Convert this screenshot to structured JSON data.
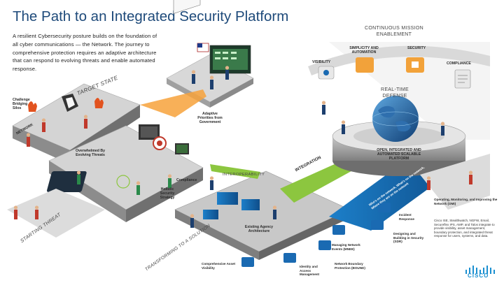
{
  "title": "The Path to an Integrated Security Platform",
  "intro": "A resilient Cybersecurity posture builds on the foundation of all cyber communications — the Network. The journey to comprehensive protection requires an adaptive architecture that can respond to evolving threats and enable automated response.",
  "labels": {
    "continuous": "CONTINUOUS MISSION ENABLEMENT",
    "simplicity": "SIMPLICITY AND AUTOMATION",
    "security": "SECURITY",
    "visibility": "VISIBILITY",
    "compliance_top": "COMPLIANCE",
    "realtime": "REAL-TIME DEFENSE",
    "platform": "OPEN, INTEGRATED AND AUTOMATED SCALABLE PLATFORM",
    "interop": "INTEROPERABILITY",
    "integration": "INTEGRATION",
    "target_state": "TARGET STATE",
    "network": "NETWORK",
    "challenge": "Challenge Bridging Silos",
    "adaptive": "Adaptive Priorities from Government",
    "overwhelmed": "Overwhelmed By Evolving Threats",
    "compliance_mid": "Compliance",
    "holistic": "Holistic Security Strategy",
    "existing": "Existing Agency Architecture",
    "starting": "STARTING THREAT",
    "transforming": "TRANSFORMING TO A SOLUTION",
    "incident": "Incident Response",
    "designing": "Designing and Building in Security (SDR)",
    "managing": "Managing Network Events (MNEE)",
    "boundary": "Network Boundary Protection (BOUND)",
    "identity": "Identity and Access Management",
    "asset": "Comprehensive Asset Visibility",
    "operating": "Operating, Monitoring, and Improving the Network (OMI)",
    "cisco_desc": "Cisco ISE, Stealthwatch, NGFW, Email, Secureflex IPS, AMP, and Talos integrate to provide visibility, asset management, boundary protection, and integrated threat response for users, systems, and data.",
    "banner": "CISCO",
    "stream": "Who's on the network, What's on the network, Where they are on the network"
  },
  "logo": {
    "text": "CISCO",
    "color": "#1a8fd0"
  },
  "colors": {
    "title": "#1e4a7a",
    "blue_platform": "#1a6ab2",
    "green_arrow": "#8cc63f",
    "orange_arrow": "#f7a23b",
    "gray_platform": "#9a9a9a"
  }
}
